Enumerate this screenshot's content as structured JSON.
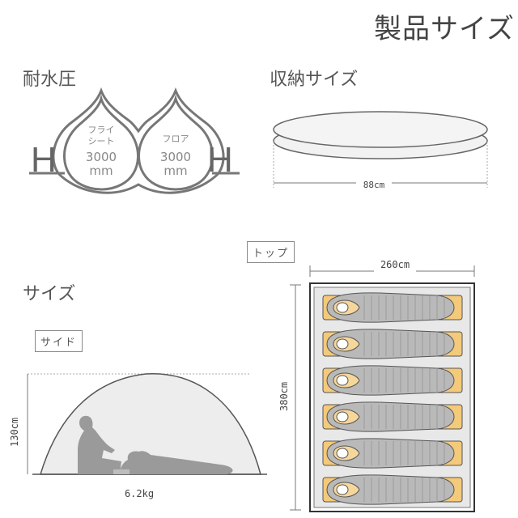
{
  "header": {
    "title": "製品サイズ"
  },
  "water_pressure": {
    "title": "耐水圧",
    "fly": {
      "label_line1": "フライ",
      "label_line2": "シート",
      "value": "3000",
      "unit": "mm"
    },
    "floor": {
      "label": "フロア",
      "value": "3000",
      "unit": "mm"
    },
    "h_letter": "H"
  },
  "packed": {
    "title": "収納サイズ",
    "width_label": "88cm"
  },
  "size": {
    "title": "サイズ",
    "side": {
      "tag": "サイド",
      "height_label": "130cm",
      "weight_label": "6.2kg"
    },
    "top": {
      "tag": "トップ",
      "width_label": "260cm",
      "length_label": "380cm"
    }
  },
  "colors": {
    "sleeping_pad": "#f3c97a",
    "sleeping_bag": "#b9b9b9",
    "tent_fill": "#ededed",
    "outline": "#555555",
    "person": "#9a9a9a"
  }
}
